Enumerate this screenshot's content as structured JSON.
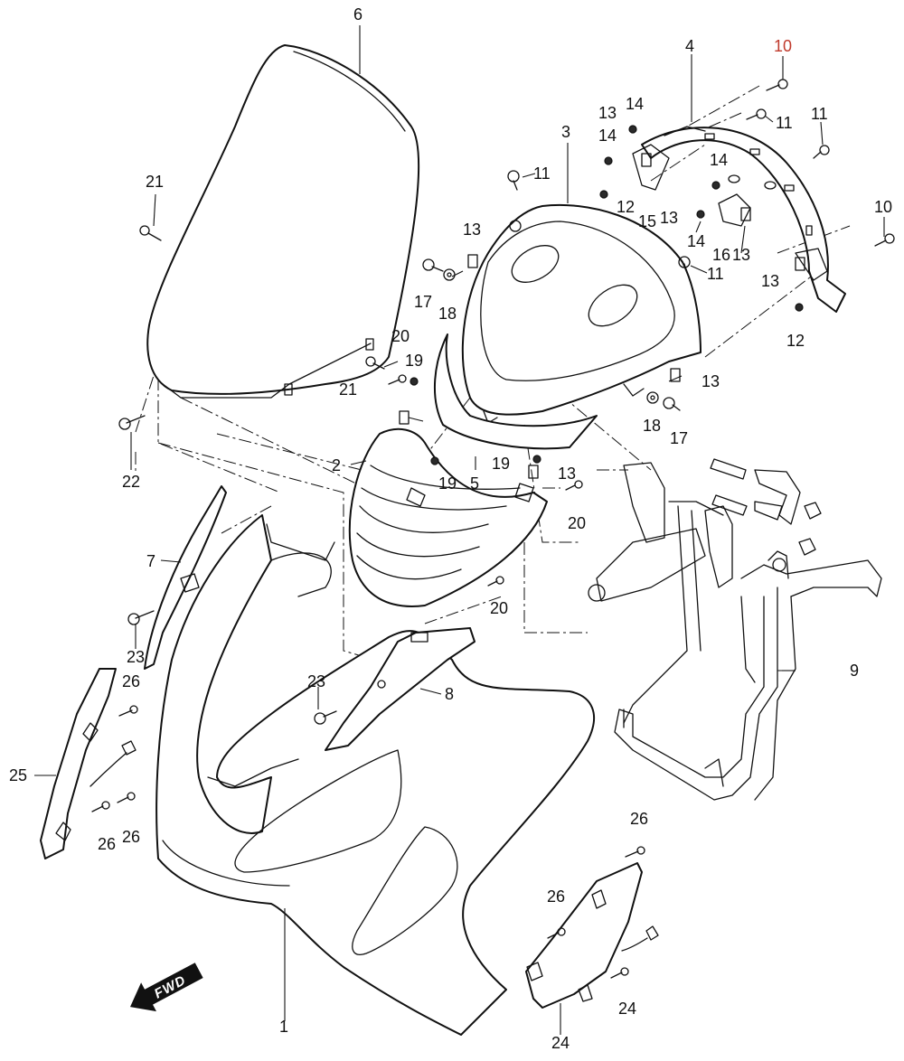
{
  "diagram": {
    "direction_label": "FWD",
    "callouts": [
      "6",
      "10",
      "4",
      "14",
      "13",
      "11",
      "14",
      "11",
      "3",
      "14",
      "11",
      "21",
      "12",
      "15",
      "13",
      "14",
      "10",
      "16",
      "13",
      "13",
      "11",
      "17",
      "18",
      "13",
      "12",
      "20",
      "19",
      "21",
      "13",
      "18",
      "17",
      "22",
      "2",
      "5",
      "19",
      "19",
      "13",
      "20",
      "7",
      "20",
      "9",
      "23",
      "26",
      "23",
      "8",
      "25",
      "26",
      "26",
      "24",
      "26",
      "26",
      "1",
      "24"
    ]
  }
}
